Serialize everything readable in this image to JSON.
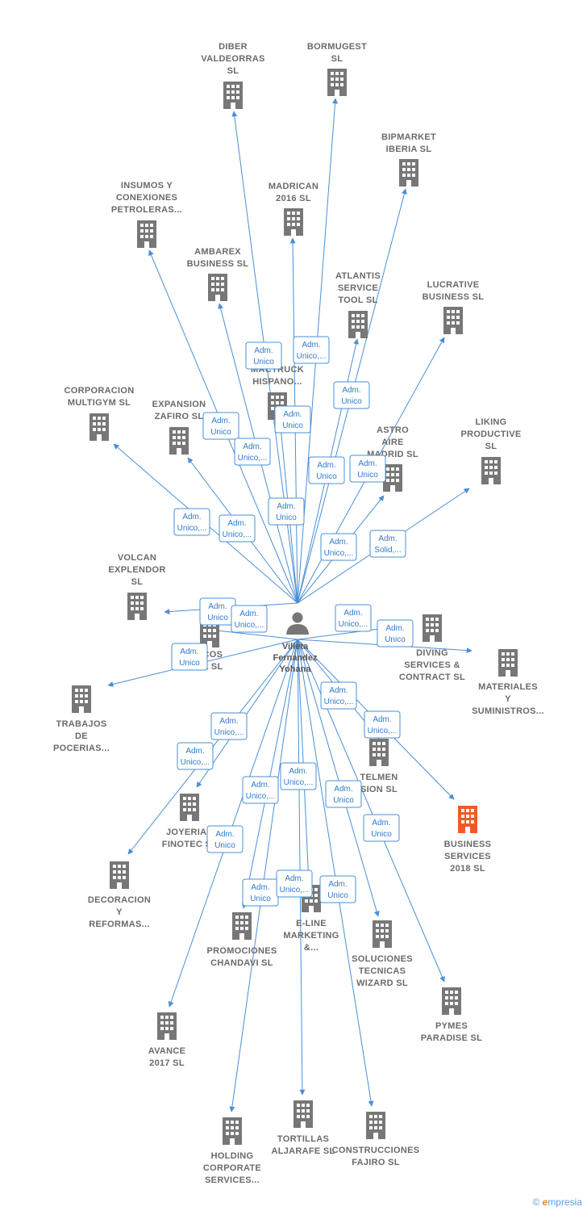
{
  "center": {
    "name_lines": [
      "Villeta",
      "Fernandez",
      "Yohana"
    ],
    "icon": "person-icon"
  },
  "colors": {
    "edge": "#4a8fd6",
    "building": "#777777",
    "highlight": "#f05a28"
  },
  "companies": [
    {
      "id": "diber",
      "lines": [
        "DIBER",
        "VALDEORRAS",
        "SL"
      ]
    },
    {
      "id": "bormugest",
      "lines": [
        "BORMUGEST",
        "SL"
      ]
    },
    {
      "id": "bipmarket",
      "lines": [
        "BIPMARKET",
        "IBERIA  SL"
      ]
    },
    {
      "id": "insumos",
      "lines": [
        "INSUMOS Y",
        "CONEXIONES",
        "PETROLERAS..."
      ]
    },
    {
      "id": "madrican",
      "lines": [
        "MADRICAN",
        "2016  SL"
      ]
    },
    {
      "id": "ambarex",
      "lines": [
        "AMBAREX",
        "BUSINESS  SL"
      ]
    },
    {
      "id": "atlantis",
      "lines": [
        "ATLANTIS",
        "SERVICE",
        "TOOL  SL"
      ]
    },
    {
      "id": "lucrative",
      "lines": [
        "LUCRATIVE",
        "BUSINESS  SL"
      ]
    },
    {
      "id": "mactruck",
      "lines": [
        "W",
        "MACTRUCK",
        "HISPANO..."
      ]
    },
    {
      "id": "corporacion",
      "lines": [
        "CORPORACION",
        "MULTIGYM SL"
      ]
    },
    {
      "id": "expansion",
      "lines": [
        "EXPANSION",
        "ZAFIRO  SL"
      ]
    },
    {
      "id": "astro",
      "lines": [
        "ASTRO",
        "AIRE",
        "MADRID  SL"
      ]
    },
    {
      "id": "liking",
      "lines": [
        "LIKING",
        "PRODUCTIVE",
        "SL"
      ]
    },
    {
      "id": "volcan",
      "lines": [
        "VOLCAN",
        "EXPLENDOR",
        "SL"
      ]
    },
    {
      "id": "frescos",
      "lines": [
        "SCOS",
        "AL  SL"
      ]
    },
    {
      "id": "diving",
      "lines": [
        "DIVING",
        "SERVICES &",
        "CONTRACT  SL"
      ]
    },
    {
      "id": "materiales",
      "lines": [
        "MATERIALES",
        "Y",
        "SUMINISTROS..."
      ]
    },
    {
      "id": "trabajos",
      "lines": [
        "TRABAJOS",
        "DE",
        "POCERIAS..."
      ]
    },
    {
      "id": "telmen",
      "lines": [
        "TELMEN",
        "SION  SL"
      ]
    },
    {
      "id": "business2018",
      "lines": [
        "BUSINESS",
        "SERVICES",
        "2018  SL"
      ],
      "highlight": true
    },
    {
      "id": "joyerias",
      "lines": [
        "JOYERIAS",
        "FINOTEC  SL"
      ]
    },
    {
      "id": "decoracion",
      "lines": [
        "DECORACION",
        "Y",
        "REFORMAS..."
      ]
    },
    {
      "id": "eline",
      "lines": [
        "E-LINE",
        "MARKETING",
        "&..."
      ]
    },
    {
      "id": "promociones",
      "lines": [
        "PROMOCIONES",
        "CHANDAVI  SL"
      ]
    },
    {
      "id": "soluciones",
      "lines": [
        "SOLUCIONES",
        "TECNICAS",
        "WIZARD  SL"
      ]
    },
    {
      "id": "pymes",
      "lines": [
        "PYMES",
        "PARADISE  SL"
      ]
    },
    {
      "id": "avance",
      "lines": [
        "AVANCE",
        "2017  SL"
      ]
    },
    {
      "id": "holding",
      "lines": [
        "HOLDING",
        "CORPORATE",
        "SERVICES..."
      ]
    },
    {
      "id": "tortillas",
      "lines": [
        "TORTILLAS",
        "ALJARAFE  SL"
      ]
    },
    {
      "id": "construcciones",
      "lines": [
        "CONSTRUCCIONES",
        "FAJIRO  SL"
      ]
    }
  ],
  "edge_tags": [
    {
      "lines": [
        "Adm.",
        "Unico"
      ]
    },
    {
      "lines": [
        "Adm.",
        "Unico,..."
      ]
    },
    {
      "lines": [
        "Adm.",
        "Unico"
      ]
    },
    {
      "lines": [
        "Adm.",
        "Unico"
      ]
    },
    {
      "lines": [
        "Adm.",
        "Unico"
      ]
    },
    {
      "lines": [
        "Adm.",
        "Unico,..."
      ]
    },
    {
      "lines": [
        "Adm.",
        "Unico"
      ]
    },
    {
      "lines": [
        "Adm.",
        "Unico,..."
      ]
    },
    {
      "lines": [
        "Adm.",
        "Unico,..."
      ]
    },
    {
      "lines": [
        "Adm.",
        "Unico"
      ]
    },
    {
      "lines": [
        "Adm.",
        "Unico"
      ]
    },
    {
      "lines": [
        "Adm.",
        "Unico,..."
      ]
    },
    {
      "lines": [
        "Adm.",
        "Solid,..."
      ]
    },
    {
      "lines": [
        "Adm.",
        "Unico"
      ]
    },
    {
      "lines": [
        "Adm.",
        "Unico,..."
      ]
    },
    {
      "lines": [
        "Adm.",
        "Unico,..."
      ]
    },
    {
      "lines": [
        "Adm.",
        "Unico"
      ]
    },
    {
      "lines": [
        "Adm.",
        "Unico"
      ]
    },
    {
      "lines": [
        "Adm.",
        "Unico,..."
      ]
    },
    {
      "lines": [
        "Adm.",
        "Unico,..."
      ]
    },
    {
      "lines": [
        "Adm.",
        "Unico,..."
      ]
    },
    {
      "lines": [
        "Adm.",
        "Unico,..."
      ]
    },
    {
      "lines": [
        "Adm.",
        "Unico,..."
      ]
    },
    {
      "lines": [
        "Adm.",
        "Unico,..."
      ]
    },
    {
      "lines": [
        "Adm.",
        "Unico"
      ]
    },
    {
      "lines": [
        "Adm.",
        "Unico"
      ]
    },
    {
      "lines": [
        "Adm.",
        "Unico"
      ]
    },
    {
      "lines": [
        "Adm.",
        "Unico"
      ]
    },
    {
      "lines": [
        "Adm.",
        "Unico,..."
      ]
    },
    {
      "lines": [
        "Adm.",
        "Unico"
      ]
    }
  ],
  "copyright": {
    "symbol": "©",
    "brand_initial": "e",
    "brand_rest": "mpresia"
  }
}
